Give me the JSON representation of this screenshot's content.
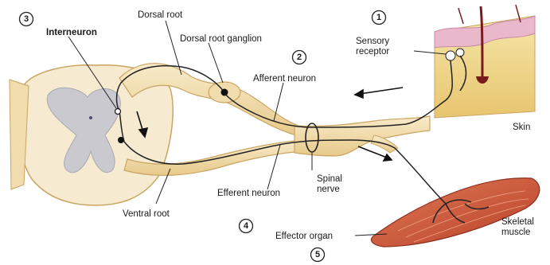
{
  "labels": {
    "interneuron": "Interneuron",
    "dorsal_root": "Dorsal root",
    "dorsal_root_ganglion": "Dorsal root ganglion",
    "afferent_neuron": "Afferent neuron",
    "sensory_receptor_1": "Sensory",
    "sensory_receptor_2": "receptor",
    "skin": "Skin",
    "efferent_neuron": "Efferent neuron",
    "spinal_nerve_1": "Spinal",
    "spinal_nerve_2": "nerve",
    "ventral_root": "Ventral root",
    "effector_organ": "Effector organ",
    "skeletal_muscle_1": "Skeletal",
    "skeletal_muscle_2": "muscle"
  },
  "steps": [
    "1",
    "2",
    "3",
    "4",
    "5"
  ],
  "colors": {
    "nerve_fill": "#f1dcae",
    "nerve_stroke": "#c9a562",
    "grey_matter": "#c9c9cf",
    "white_matter": "#f6ead0",
    "neuron_line": "#222222",
    "muscle": "#c8492d",
    "skin_top": "#e9b9cb",
    "skin_body": "#f0d48c",
    "hair": "#7a1b1b"
  }
}
